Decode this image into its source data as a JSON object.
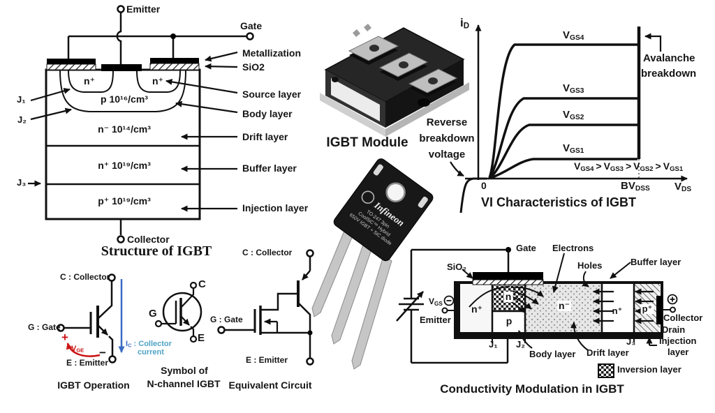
{
  "structure": {
    "emitter_label": "Emitter",
    "gate_label": "Gate",
    "collector_label": "Collector",
    "j1": "J₁",
    "j2": "J₂",
    "j3": "J₃",
    "n_plus": "n⁺",
    "p_body": "p  10¹⁶/cm³",
    "n_drift": "n⁻  10¹⁴/cm³",
    "n_buffer": "n⁺  10¹⁹/cm³",
    "p_injection": "p⁺  10¹⁹/cm³",
    "callouts": [
      "Metallization",
      "SiO2",
      "Source layer",
      "Body layer",
      "Drift layer",
      "Buffer layer",
      "Injection layer"
    ],
    "title": "Structure of IGBT"
  },
  "module": {
    "caption": "IGBT Module"
  },
  "transistor": {
    "brand": "Infineon",
    "line1": "TO-247 3pin",
    "line2": "CoolSiC™ Hybrid",
    "line3": "650V IGBT + SiC diode"
  },
  "vi": {
    "v": "V",
    "i": "i",
    "sub_d": "D",
    "sub_ds": "DS",
    "bv": "BV",
    "sub_dss": "DSS",
    "zero": "0",
    "gt": ">",
    "curve_subs": [
      "GS4",
      "GS3",
      "GS2",
      "GS1"
    ],
    "avalanche_line1": "Avalanche",
    "avalanche_line2": "breakdown",
    "reverse_line1": "Reverse",
    "reverse_line2": "breakdown",
    "reverse_line3": "voltage",
    "title": "VI Characteristics of IGBT"
  },
  "operation": {
    "collector": "C : Collector",
    "gate": "G : Gate",
    "emitter": "E : Emitter",
    "plus": "+",
    "minus": "−",
    "v": "V",
    "sub_ge": "GE",
    "ic_i": "I",
    "ic_sub": "C",
    "ic_rest": " : Collector",
    "ic_rest2": "current",
    "title": "IGBT Operation"
  },
  "symbol": {
    "c": "C",
    "g": "G",
    "e": "E",
    "title_line1": "Symbol of",
    "title_line2": "N-channel IGBT"
  },
  "equivalent": {
    "collector": "C : Collector",
    "gate": "G : Gate",
    "emitter": "E : Emitter",
    "title": "Equivalent Circuit"
  },
  "conductivity": {
    "gate": "Gate",
    "sio2": "SiO₂",
    "v": "V",
    "sub_gs": "GS",
    "emitter": "Emitter",
    "electrons": "Electrons",
    "holes": "Holes",
    "buffer_layer": "Buffer layer",
    "n_plus_source": "n⁺",
    "n_channel": "n",
    "p_body": "p",
    "n_drift": "n⁻",
    "n_buffer": "n⁺",
    "p_plus": "p⁺",
    "j1": "J₁",
    "j2": "J₂",
    "j3": "J₃",
    "body_layer": "Body layer",
    "drift_layer": "Drift layer",
    "collector": "Collector",
    "drain": "Drain",
    "injection": "injection",
    "layer": "layer",
    "inversion_layer": "Inversion layer",
    "title": "Conductivity Modulation in IGBT"
  },
  "colors": {
    "accent_red": "#cc1414",
    "accent_blue": "#3a6bc4",
    "accent_teal": "#4da3c4"
  }
}
